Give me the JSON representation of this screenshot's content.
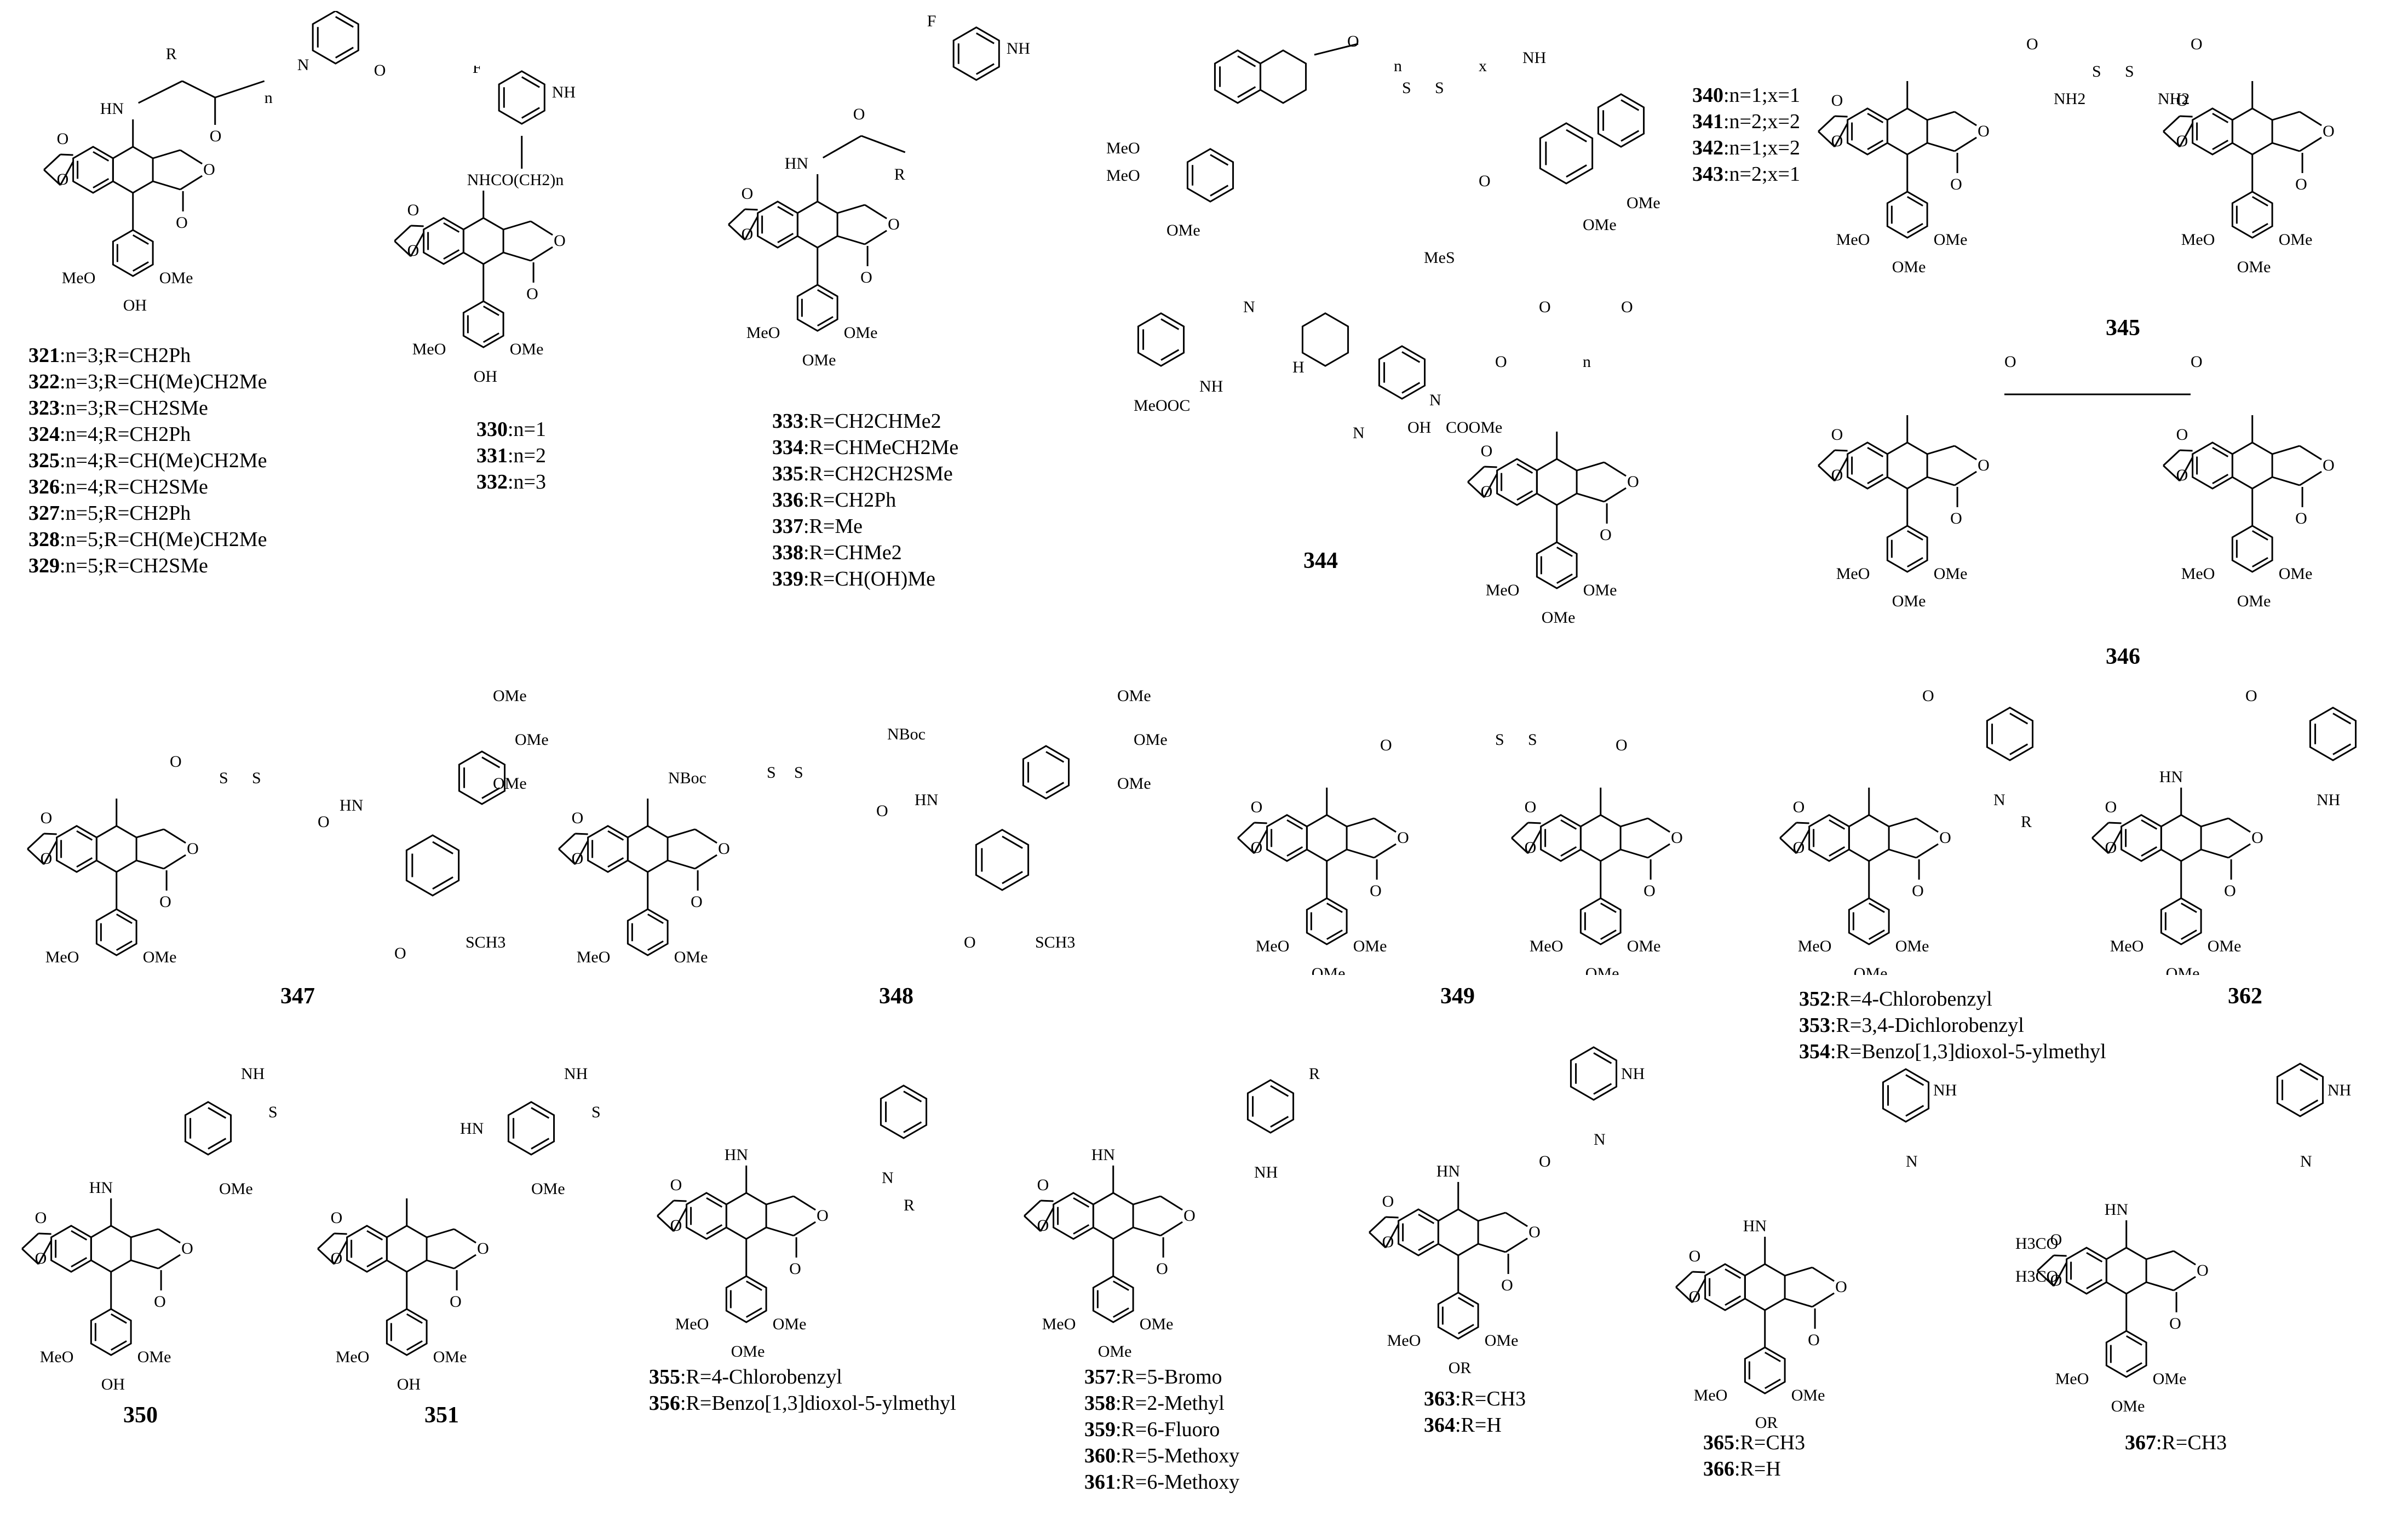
{
  "figure": {
    "series_321": [
      {
        "id": "321",
        "text": ":n=3;R=CH2Ph"
      },
      {
        "id": "322",
        "text": ":n=3;R=CH(Me)CH2Me"
      },
      {
        "id": "323",
        "text": ":n=3;R=CH2SMe"
      },
      {
        "id": "324",
        "text": ":n=4;R=CH2Ph"
      },
      {
        "id": "325",
        "text": ":n=4;R=CH(Me)CH2Me"
      },
      {
        "id": "326",
        "text": ":n=4;R=CH2SMe"
      },
      {
        "id": "327",
        "text": ":n=5;R=CH2Ph"
      },
      {
        "id": "328",
        "text": ":n=5;R=CH(Me)CH2Me"
      },
      {
        "id": "329",
        "text": ":n=5;R=CH2SMe"
      }
    ],
    "series_330": [
      {
        "id": "330",
        "text": ":n=1"
      },
      {
        "id": "331",
        "text": ":n=2"
      },
      {
        "id": "332",
        "text": ":n=3"
      }
    ],
    "series_333": [
      {
        "id": "333",
        "text": ":R=CH2CHMe2"
      },
      {
        "id": "334",
        "text": ":R=CHMeCH2Me"
      },
      {
        "id": "335",
        "text": ":R=CH2CH2SMe"
      },
      {
        "id": "336",
        "text": ":R=CH2Ph"
      },
      {
        "id": "337",
        "text": ":R=Me"
      },
      {
        "id": "338",
        "text": ":R=CHMe2"
      },
      {
        "id": "339",
        "text": ":R=CH(OH)Me"
      }
    ],
    "series_340": [
      {
        "id": "340",
        "text": ":n=1;x=1"
      },
      {
        "id": "341",
        "text": ":n=2;x=2"
      },
      {
        "id": "342",
        "text": ":n=1;x=2"
      },
      {
        "id": "343",
        "text": ":n=2;x=1"
      }
    ],
    "series_352": [
      {
        "id": "352",
        "text": ":R=4-Chlorobenzyl"
      },
      {
        "id": "353",
        "text": ":R=3,4-Dichlorobenzyl"
      },
      {
        "id": "354",
        "text": ":R=Benzo[1,3]dioxol-5-ylmethyl"
      }
    ],
    "series_355": [
      {
        "id": "355",
        "text": ":R=4-Chlorobenzyl"
      },
      {
        "id": "356",
        "text": ":R=Benzo[1,3]dioxol-5-ylmethyl"
      }
    ],
    "series_357": [
      {
        "id": "357",
        "text": ":R=5-Bromo"
      },
      {
        "id": "358",
        "text": ":R=2-Methyl"
      },
      {
        "id": "359",
        "text": ":R=6-Fluoro"
      },
      {
        "id": "360",
        "text": ":R=5-Methoxy"
      },
      {
        "id": "361",
        "text": ":R=6-Methoxy"
      }
    ],
    "series_363": [
      {
        "id": "363",
        "text": ":R=CH3"
      },
      {
        "id": "364",
        "text": ":R=H"
      }
    ],
    "series_365": [
      {
        "id": "365",
        "text": ":R=CH3"
      },
      {
        "id": "366",
        "text": ":R=H"
      }
    ],
    "series_367": [
      {
        "id": "367",
        "text": ":R=CH3"
      }
    ],
    "single_ids": {
      "c344": "344",
      "c345": "345",
      "c346": "346",
      "c347": "347",
      "c348": "348",
      "c349": "349",
      "c350": "350",
      "c351": "351",
      "c362": "362"
    },
    "atom_labels": {
      "OMe": "OMe",
      "MeO": "MeO",
      "OH": "OH",
      "O": "O",
      "NH": "NH",
      "HN": "HN",
      "N": "N",
      "F": "F",
      "R": "R",
      "n": "n",
      "x": "x",
      "S": "S",
      "NH2": "NH2",
      "NBoc": "NBoc",
      "SCH3": "SCH3",
      "MeS": "MeS",
      "NHCO": "NHCO(CH2)n",
      "OR": "OR",
      "H3CO": "H3CO",
      "COOMe": "COOMe",
      "MeOOC": "MeOOC",
      "H": "H",
      "OHt": "OH"
    }
  }
}
